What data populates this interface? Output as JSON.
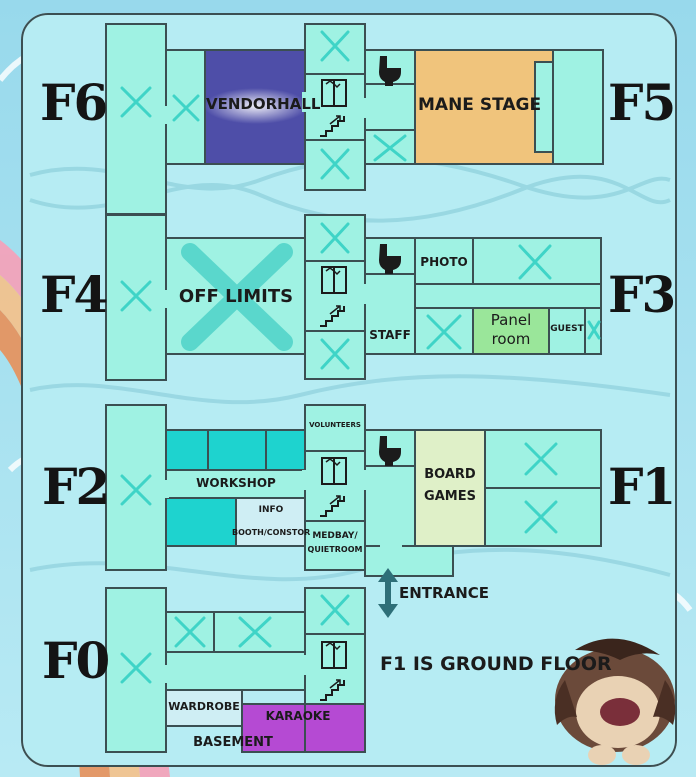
{
  "floors": {
    "f6": "F6",
    "f5": "F5",
    "f4": "F4",
    "f3": "F3",
    "f2": "F2",
    "f1": "F1",
    "f0": "F0"
  },
  "rooms": {
    "vendorhall": "VENDORHALL",
    "mane_stage": "MANE STAGE",
    "off_limits": "OFF LIMITS",
    "photo": "PHOTO",
    "staff": "STAFF",
    "panel_room_line1": "Panel",
    "panel_room_line2": "room",
    "guest": "GUEST",
    "workshop": "WORKSHOP",
    "info_line1": "INFO",
    "info_line2": "BOOTH/CONSTOR",
    "volunteers": "VOLUNTEERS",
    "medbay_line1": "MEDBAY/",
    "medbay_line2": "QUIETROOM",
    "board_games_line1": "BOARD",
    "board_games_line2": "GAMES",
    "entrance": "ENTRANCE",
    "wardrobe": "WARDROBE",
    "karaoke": "KARAOKE",
    "basement": "BASEMENT"
  },
  "notes": {
    "ground_floor": "F1 IS GROUND FLOOR"
  },
  "colors": {
    "background": "#a9e2ef",
    "panel": "#b6ecf3",
    "room": "#9ff2e3",
    "wall": "#3b4f52",
    "cross": "#3fd4c7",
    "vendorhall": "#4e4ea8",
    "mane_stage": "#f0c47c",
    "panel_room": "#9ae69a",
    "workshop": "#1ed3cf",
    "board_games": "#dff0c8",
    "karaoke": "#b54ad3",
    "arrow": "#2e6f78"
  },
  "icons": [
    "toilet-icon",
    "elevator-icon",
    "stairs-icon",
    "updown-arrow-icon",
    "mascot-pony"
  ]
}
